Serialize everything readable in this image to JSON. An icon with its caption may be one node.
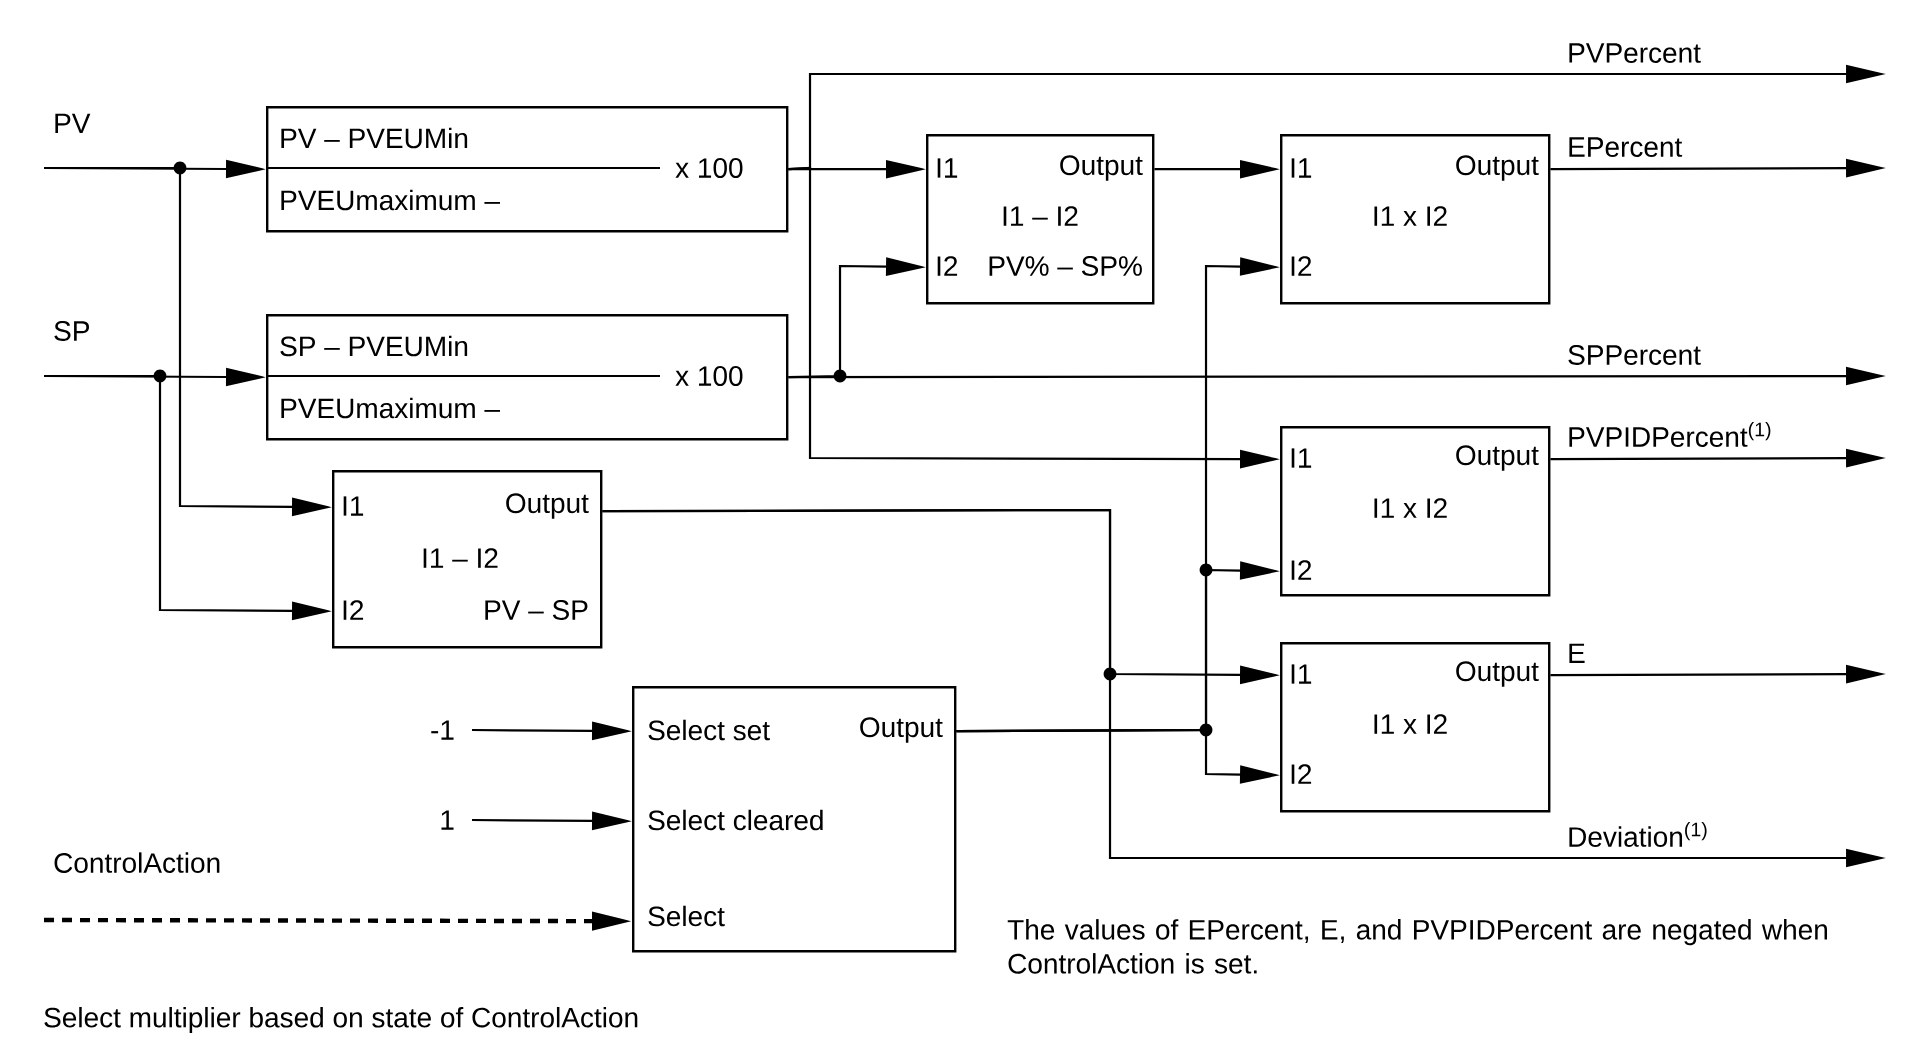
{
  "diagram": {
    "nodes": [
      {
        "text": [
          "PV"
        ]
      },
      {
        "text": [
          "SP"
        ]
      },
      {
        "text": [
          "PV – PVEUMin",
          "PVEUmaximum –",
          "x 100"
        ]
      },
      {
        "text": [
          "SP – PVEUMin",
          "PVEUmaximum –",
          "x 100"
        ]
      },
      {
        "text": [
          "I1",
          "Output",
          "I1 – I2",
          "I2",
          "PV – SP"
        ]
      },
      {
        "text": [
          "I1",
          "Output",
          "I1 – I2",
          "I2",
          "PV% – SP%"
        ]
      },
      {
        "text": [
          "I1",
          "Output",
          "I1 x I2",
          "I2"
        ]
      },
      {
        "text": [
          "I1",
          "Output",
          "I1 x I2",
          "I2"
        ]
      },
      {
        "text": [
          "I1",
          "Output",
          "I1 x I2",
          "I2"
        ]
      },
      {
        "text": [
          "Select set",
          "Output",
          "Select cleared",
          "Select"
        ]
      },
      {
        "text": [
          "-1"
        ]
      },
      {
        "text": [
          "1"
        ]
      },
      {
        "text": [
          "ControlAction"
        ]
      }
    ],
    "edges": [
      {
        "from": 0,
        "to": 2,
        "arrow": "to"
      },
      {
        "from": 0,
        "to": 4,
        "arrow": "to"
      },
      {
        "from": 1,
        "to": 3,
        "arrow": "to"
      },
      {
        "from": 1,
        "to": 4,
        "arrow": "to"
      },
      {
        "from": 2,
        "to": 5,
        "arrow": "to"
      },
      {
        "from": 2,
        "to": null,
        "arrow": "to",
        "label": "PVPercent"
      },
      {
        "from": 2,
        "to": 7,
        "arrow": "to"
      },
      {
        "from": 3,
        "to": null,
        "arrow": "to",
        "label": "SPPercent"
      },
      {
        "from": 3,
        "to": 5,
        "arrow": "to"
      },
      {
        "from": 5,
        "to": 6,
        "arrow": "to"
      },
      {
        "from": 6,
        "to": null,
        "arrow": "to",
        "label": "EPercent"
      },
      {
        "from": 4,
        "to": 8,
        "arrow": "to"
      },
      {
        "from": 4,
        "to": null,
        "arrow": "to",
        "label": "Deviation$^{(1)}$"
      },
      {
        "from": 9,
        "to": 6,
        "arrow": "to"
      },
      {
        "from": 9,
        "to": 7,
        "arrow": "to"
      },
      {
        "from": 9,
        "to": 8,
        "arrow": "to"
      },
      {
        "from": 7,
        "to": null,
        "arrow": "to",
        "label": "PVPIDPercent$^{(1)}$"
      },
      {
        "from": 8,
        "to": null,
        "arrow": "to",
        "label": "E"
      },
      {
        "from": 10,
        "to": 9,
        "arrow": "to"
      },
      {
        "from": 11,
        "to": 9,
        "arrow": "to"
      },
      {
        "from": 12,
        "to": 9,
        "arrow": "to",
        "style": "dashed"
      }
    ],
    "labels": [
      "The values of EPercent, E, and PVPIDPercent are negated when ControlAction is set.",
      "Select multiplier based on state of ControlAction"
    ]
  }
}
